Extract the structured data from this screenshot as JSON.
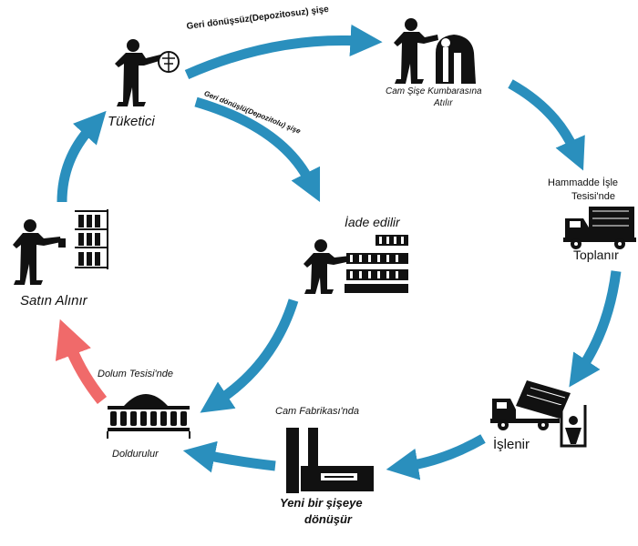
{
  "colors": {
    "arrow": "#2a8fbd",
    "arrow_return": "#f06a6a",
    "figure": "#111111"
  },
  "nodes": {
    "consumer": {
      "label": "Tüketici",
      "icon": "person-throwing-bottle-icon"
    },
    "bottle_bank": {
      "label_line1": "Cam Şişe Kumbarasına",
      "label_line2": "Atılır",
      "icon": "person-at-bottle-bank-icon"
    },
    "collected": {
      "prefix_line1": "Hammadde İşle",
      "prefix_line2": "Tesisi'nde",
      "label": "Toplanır",
      "icon": "truck-icon"
    },
    "processed": {
      "label": "İşlenir",
      "icon": "dump-truck-crusher-icon"
    },
    "glass_factory": {
      "prefix": "Cam Fabrikası'nda",
      "label_line1": "Yeni bir şişeye",
      "label_line2": "dönüşür",
      "icon": "factory-icon"
    },
    "filling_plant": {
      "prefix": "Dolum Tesisi'nde",
      "label": "Doldurulur",
      "icon": "bottle-filling-line-icon"
    },
    "purchased": {
      "label": "Satın Alınır",
      "icon": "person-at-shelf-icon"
    },
    "returned": {
      "label": "İade edilir",
      "icon": "person-returning-crates-icon"
    }
  },
  "arrow_labels": {
    "non_returnable": "Geri dönüşsüz(Depozitosuz) şişe",
    "returnable": "Geri dönüşlü(Depozitolu) şişe"
  }
}
